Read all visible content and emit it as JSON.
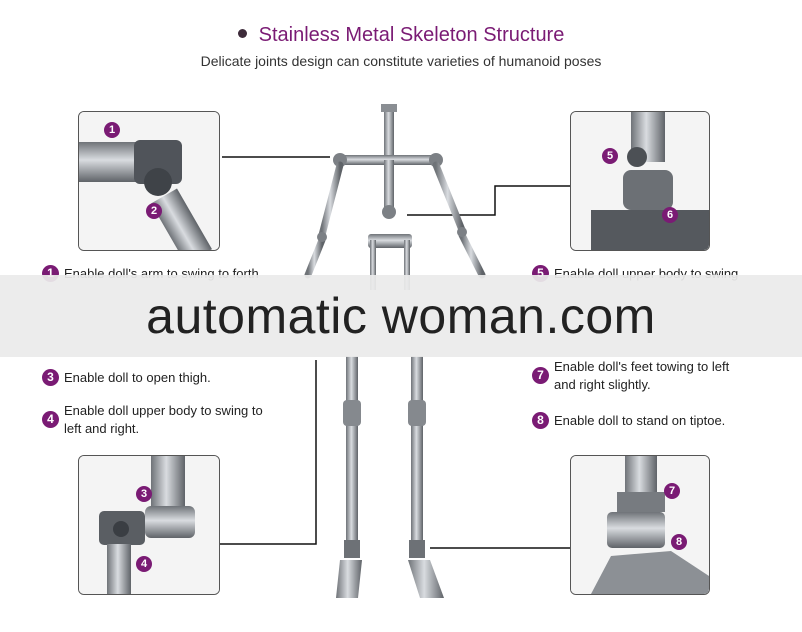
{
  "header": {
    "title": "Stainless Metal Skeleton Structure",
    "subtitle": "Delicate joints design can constitute varieties of humanoid poses"
  },
  "badges": [
    "1",
    "2",
    "3",
    "4",
    "5",
    "6",
    "7",
    "8"
  ],
  "descriptions": {
    "d1": {
      "num": "1",
      "text": "Enable doll's arm to swing to forth"
    },
    "d3": {
      "num": "3",
      "text": "Enable doll to open thigh."
    },
    "d4": {
      "num": "4",
      "line1": "Enable doll upper body to swing to",
      "line2": "left and right."
    },
    "d5": {
      "num": "5",
      "text": "Enable doll upper body to swing"
    },
    "d7": {
      "num": "7",
      "line1": "Enable doll's feet towing to left",
      "line2": "and right slightly."
    },
    "d8": {
      "num": "8",
      "text": "Enable doll to stand on tiptoe."
    }
  },
  "watermark": "automatic woman.com",
  "colors": {
    "accent": "#7a1b74",
    "metal": "#9a9ea3",
    "band": "#ebebeb"
  }
}
